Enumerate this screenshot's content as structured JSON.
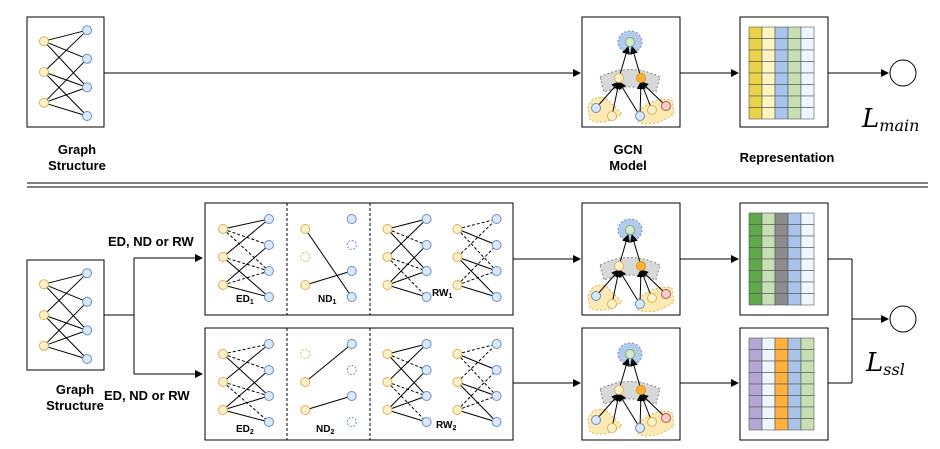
{
  "top": {
    "graph_label_line1": "Graph",
    "graph_label_line2": "Structure",
    "gcn_label_line1": "GCN",
    "gcn_label_line2": "Model",
    "representation_label": "Representation",
    "loss_symbol": "L",
    "loss_subscript": "main"
  },
  "bottom": {
    "graph_label_line1": "Graph",
    "graph_label_line2": "Structure",
    "branch_upper_label": "ED, ND or RW",
    "branch_lower_label": "ED, ND or RW",
    "upper_panels": [
      {
        "name": "ED",
        "index": "1"
      },
      {
        "name": "ND",
        "index": "1"
      },
      {
        "name": "RW",
        "index": "1"
      }
    ],
    "lower_panels": [
      {
        "name": "ED",
        "index": "2"
      },
      {
        "name": "ND",
        "index": "2"
      },
      {
        "name": "RW",
        "index": "2"
      }
    ],
    "loss_symbol": "L",
    "loss_subscript": "ssl"
  },
  "colors": {
    "node_yellow_fill": "#fdf0cc",
    "node_yellow_stroke": "#d6b656",
    "node_blue_fill": "#dae8fc",
    "node_blue_stroke": "#6c8ebf",
    "node_green_fill": "#d5e8d4",
    "node_green_stroke": "#82b366",
    "node_orange_fill": "#ffb13b",
    "node_orange_stroke": "#d79b00",
    "node_pink_fill": "#f8cecc",
    "node_pink_stroke": "#b85450",
    "halo_yellow": "#fbe4a0",
    "halo_blue": "#7ea6e0",
    "halo_gray": "#c8c8c8",
    "rep_yellow": "#e8d24a",
    "rep_yellow_light": "#fdf5c0",
    "rep_blue": "#a9c4eb",
    "rep_green": "#c6e0b4",
    "rep_green_dark": "#5fa84a",
    "rep_gray": "#8c8c8c",
    "rep_light": "#eef6ff",
    "rep_purple": "#b4a7d6",
    "rep_orange": "#ffb13b"
  }
}
